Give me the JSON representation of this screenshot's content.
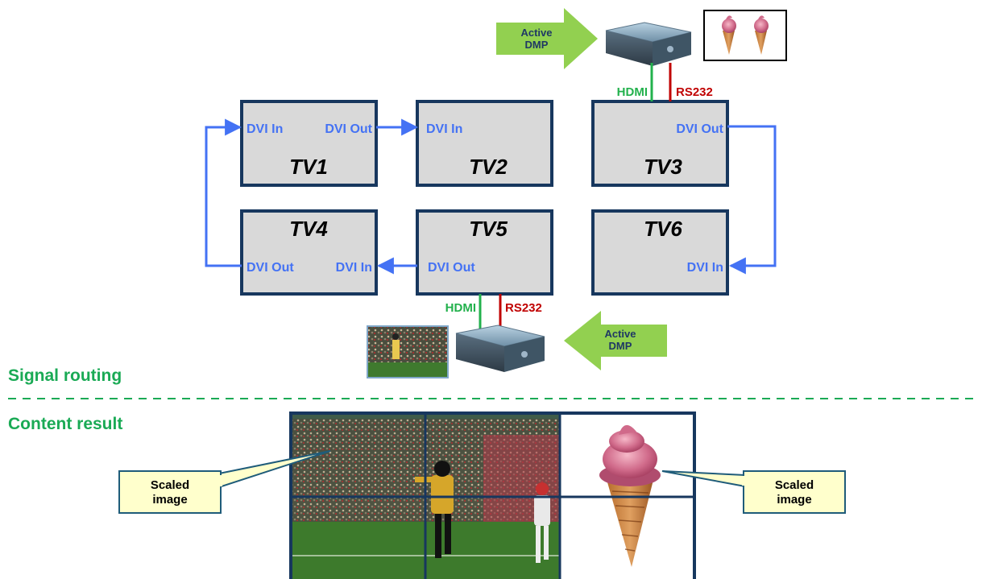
{
  "colors": {
    "tv_fill": "#d9d9d9",
    "tv_border": "#17375e",
    "signal_arrow": "#4472f4",
    "port_text": "#4472f4",
    "hdmi": "#22b14c",
    "rs232": "#c00000",
    "active_arrow": "#92d050",
    "section_green": "#1aaa55",
    "callout_fill": "#ffffcc",
    "callout_border": "#1f5c7a",
    "wall_grid": "#17375e"
  },
  "tvs": [
    {
      "name": "TV1"
    },
    {
      "name": "TV2"
    },
    {
      "name": "TV3"
    },
    {
      "name": "TV4"
    },
    {
      "name": "TV5"
    },
    {
      "name": "TV6"
    }
  ],
  "ports": {
    "tv1_in": "DVI In",
    "tv1_out": "DVI Out",
    "tv2_in": "DVI In",
    "tv3_out": "DVI Out",
    "tv4_out": "DVI Out",
    "tv4_in": "DVI In",
    "tv5_out": "DVI Out",
    "tv6_in": "DVI In"
  },
  "top_player": {
    "hdmi": "HDMI",
    "rs232": "RS232",
    "active_line1": "Active",
    "active_line2": "DMP",
    "content_icon": "ice-cream-cone-icon"
  },
  "bottom_player": {
    "hdmi": "HDMI",
    "rs232": "RS232",
    "active_line1": "Active",
    "active_line2": "DMP",
    "content_icon": "football-stadium-thumbnail"
  },
  "sections": {
    "signal": "Signal routing",
    "content": "Content result"
  },
  "callouts": {
    "left_line1": "Scaled",
    "left_line2": "image",
    "right_line1": "Scaled",
    "right_line2": "image"
  },
  "content_wall": {
    "left_image": "football-player-scene",
    "right_image": "ice-cream-cone"
  }
}
